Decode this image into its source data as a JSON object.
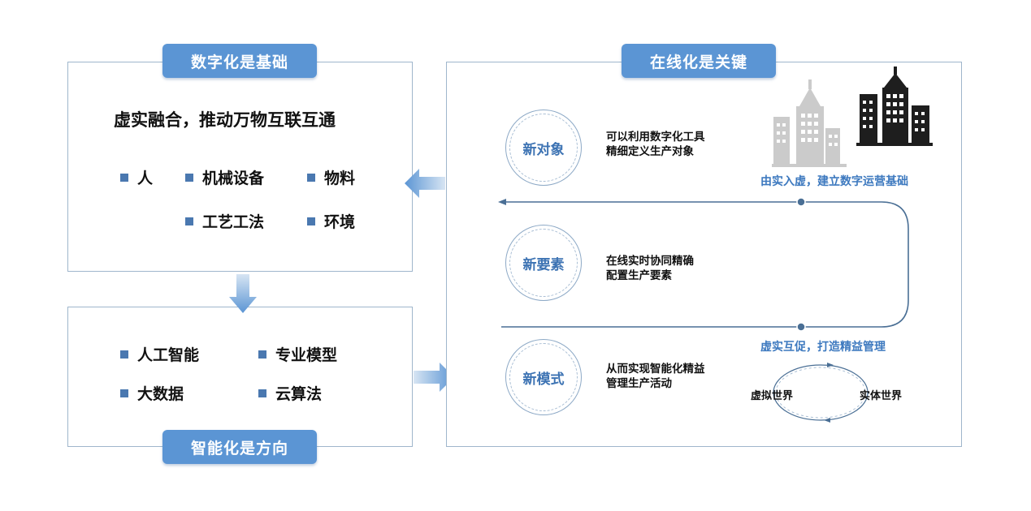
{
  "left_top": {
    "tag": "数字化是基础",
    "title": "虚实融合，推动万物互联互通",
    "items": [
      "人",
      "机械设备",
      "物料",
      "工艺工法",
      "环境"
    ]
  },
  "left_bottom": {
    "tag": "智能化是方向",
    "items": [
      "人工智能",
      "专业模型",
      "大数据",
      "云算法"
    ]
  },
  "right": {
    "tag": "在线化是关键",
    "rows": [
      {
        "circle": "新对象",
        "desc_lines": [
          "可以利用数字化工具",
          "精细定义生产对象"
        ]
      },
      {
        "circle": "新要素",
        "desc_lines": [
          "在线实时协同精确",
          "配置生产要素"
        ]
      },
      {
        "circle": "新模式",
        "desc_lines": [
          "从而实现智能化精益",
          "管理生产活动"
        ]
      }
    ],
    "loop_label_top": "由实入虚，建立数字运营基础",
    "loop_label_bottom": "虚实互促，打造精益管理",
    "worlds": {
      "left": "虚拟世界",
      "right": "实体世界"
    }
  },
  "colors": {
    "accent": "#5b95d4",
    "border": "#9fb6cc",
    "text_blue": "#3d79bf",
    "building_dark": "#1e1e1e",
    "building_light": "#c9c9c9"
  }
}
